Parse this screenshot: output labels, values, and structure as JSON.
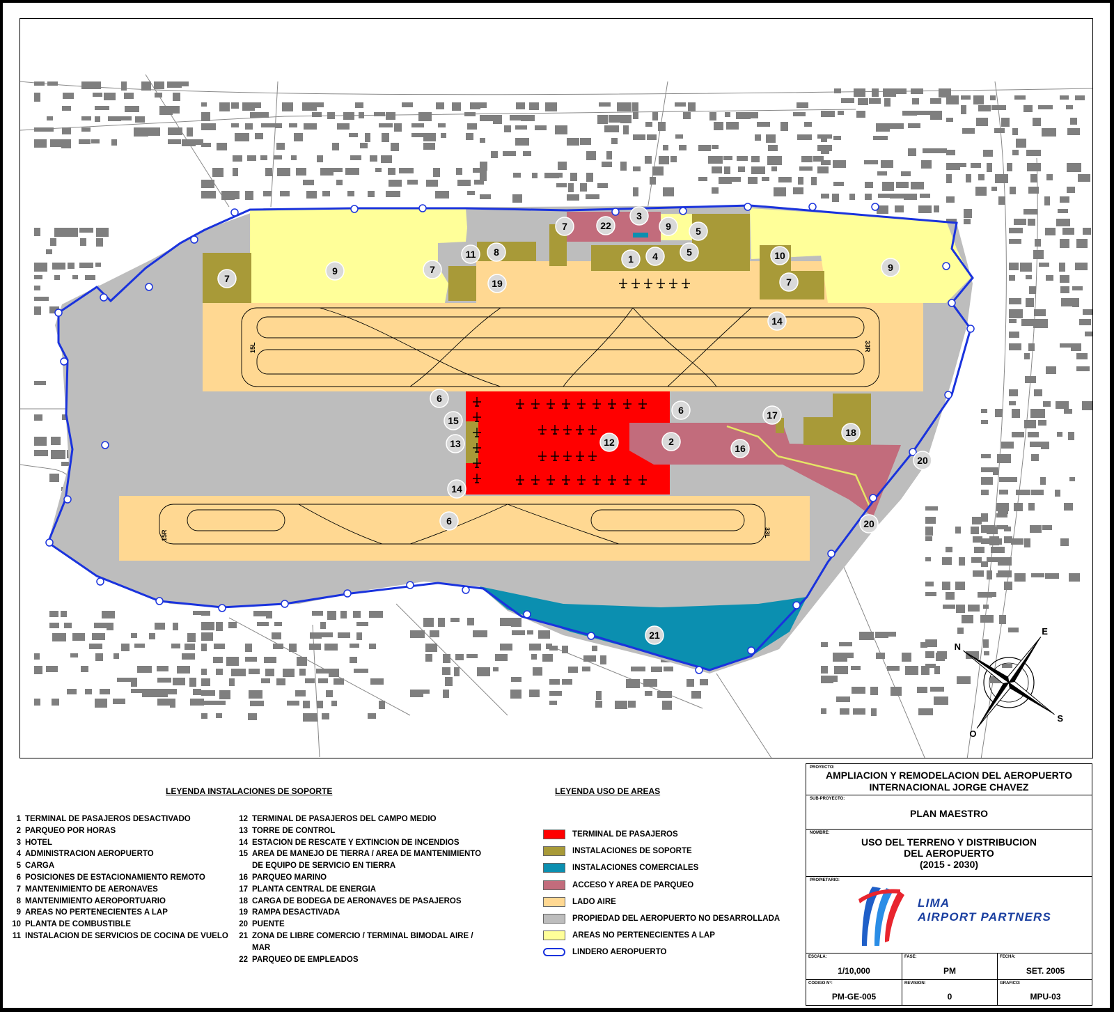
{
  "map": {
    "legend_marker_numbers": [
      "1",
      "2",
      "3",
      "4",
      "5",
      "6",
      "7",
      "8",
      "9",
      "10",
      "11",
      "12",
      "13",
      "14",
      "15",
      "16",
      "17",
      "18",
      "19",
      "20",
      "21",
      "22"
    ],
    "runway_designators": [
      "15L",
      "33R",
      "15R",
      "33L"
    ],
    "colors": {
      "terminal": "#ff0000",
      "support": "#a89a38",
      "commercial": "#0b8fb0",
      "access_parking": "#c26c7c",
      "airside": "#ffd892",
      "undeveloped": "#bdbdbd",
      "non_lap": "#ffff99",
      "boundary": "#1a33dd",
      "buildings": "#7f7f7f"
    },
    "compass_letters": {
      "north": "N",
      "south": "S",
      "east": "E",
      "west": "O"
    }
  },
  "legend_support": {
    "title": "LEYENDA INSTALACIONES DE SOPORTE",
    "items_col1": [
      {
        "n": "1",
        "t": "TERMINAL DE PASAJEROS DESACTIVADO"
      },
      {
        "n": "2",
        "t": "PARQUEO POR HORAS"
      },
      {
        "n": "3",
        "t": "HOTEL"
      },
      {
        "n": "4",
        "t": "ADMINISTRACION AEROPUERTO"
      },
      {
        "n": "5",
        "t": "CARGA"
      },
      {
        "n": "6",
        "t": "POSICIONES DE ESTACIONAMIENTO REMOTO"
      },
      {
        "n": "7",
        "t": "MANTENIMIENTO DE AERONAVES"
      },
      {
        "n": "8",
        "t": "MANTENIMIENTO AEROPORTUARIO"
      },
      {
        "n": "9",
        "t": "AREAS NO PERTENECIENTES A LAP"
      },
      {
        "n": "10",
        "t": "PLANTA DE COMBUSTIBLE"
      },
      {
        "n": "11",
        "t": "INSTALACION DE SERVICIOS DE COCINA DE VUELO"
      }
    ],
    "items_col2": [
      {
        "n": "12",
        "t": "TERMINAL DE PASAJEROS DEL CAMPO MEDIO"
      },
      {
        "n": "13",
        "t": "TORRE DE CONTROL"
      },
      {
        "n": "14",
        "t": "ESTACION DE RESCATE Y EXTINCION DE INCENDIOS"
      },
      {
        "n": "15",
        "t": "AREA DE MANEJO DE TIERRA / AREA DE MANTENIMIENTO DE EQUIPO DE SERVICIO EN TIERRA"
      },
      {
        "n": "16",
        "t": "PARQUEO MARINO"
      },
      {
        "n": "17",
        "t": "PLANTA CENTRAL DE ENERGIA"
      },
      {
        "n": "18",
        "t": "CARGA DE BODEGA DE AERONAVES DE PASAJEROS"
      },
      {
        "n": "19",
        "t": "RAMPA DESACTIVADA"
      },
      {
        "n": "20",
        "t": "PUENTE"
      },
      {
        "n": "21",
        "t": "ZONA DE LIBRE COMERCIO / TERMINAL BIMODAL AIRE / MAR"
      },
      {
        "n": "22",
        "t": "PARQUEO DE EMPLEADOS"
      }
    ]
  },
  "legend_areas": {
    "title": "LEYENDA USO DE AREAS",
    "items": [
      {
        "label": "TERMINAL DE PASAJEROS",
        "color": "#ff0000"
      },
      {
        "label": "INSTALACIONES DE SOPORTE",
        "color": "#a89a38"
      },
      {
        "label": "INSTALACIONES COMERCIALES",
        "color": "#0b8fb0"
      },
      {
        "label": "ACCESO Y AREA DE PARQUEO",
        "color": "#c26c7c"
      },
      {
        "label": "LADO AIRE",
        "color": "#ffd892"
      },
      {
        "label": "PROPIEDAD DEL AEROPUERTO NO DESARROLLADA",
        "color": "#bdbdbd"
      },
      {
        "label": "AREAS NO PERTENECIENTES A LAP",
        "color": "#ffff99"
      },
      {
        "label": "LINDERO AEROPUERTO",
        "color": "line"
      }
    ]
  },
  "title_block": {
    "proyecto_caption": "PROYECTO:",
    "proyecto_line1": "AMPLIACION Y REMODELACION  DEL AEROPUERTO",
    "proyecto_line2": "INTERNACIONAL JORGE CHAVEZ",
    "subproyecto_caption": "SUB-PROYECTO:",
    "subproyecto": "PLAN MAESTRO",
    "nombre_caption": "NOMBRE:",
    "nombre_line1": "USO DEL TERRENO Y DISTRIBUCION",
    "nombre_line2": "DEL AEROPUERTO",
    "nombre_line3": "(2015 - 2030)",
    "propietario_caption": "PROPIETARIO:",
    "logo_line1": "LIMA",
    "logo_line2": "AIRPORT PARTNERS",
    "escala_caption": "ESCALA:",
    "escala": "1/10,000",
    "fase_caption": "FASE:",
    "fase": "PM",
    "fecha_caption": "FECHA:",
    "fecha": "SET. 2005",
    "codigo_caption": "CODIGO N°:",
    "codigo": "PM-GE-005",
    "revision_caption": "REVISION:",
    "revision": "0",
    "grafico_caption": "GRAFICO:",
    "grafico": "MPU-03"
  }
}
